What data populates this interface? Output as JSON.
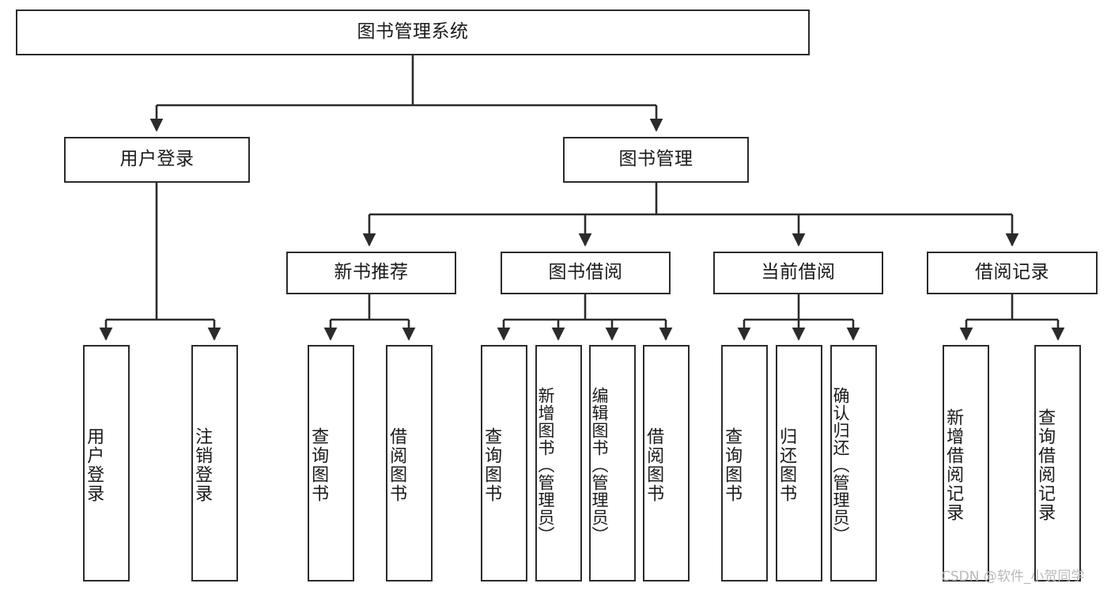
{
  "diagram": {
    "title": "图书管理系统",
    "type": "tree-hierarchy",
    "orientation": "top-down",
    "colors": {
      "box_stroke": "#2b2b2b",
      "box_fill": "#ffffff",
      "edge": "#2b2b2b",
      "text": "#1a1a1a",
      "watermark": "#b9b9b9"
    }
  },
  "nodes": {
    "root": {
      "label": "图书管理系统"
    },
    "level2": [
      {
        "label": "用户登录"
      },
      {
        "label": "图书管理"
      }
    ],
    "level3": [
      {
        "label": "新书推荐"
      },
      {
        "label": "图书借阅"
      },
      {
        "label": "当前借阅"
      },
      {
        "label": "借阅记录"
      }
    ],
    "leaves": {
      "user_login": [
        {
          "label": "用户登录"
        },
        {
          "label": "注销登录"
        }
      ],
      "new_book_recommend": [
        {
          "label": "查询图书"
        },
        {
          "label": "借阅图书"
        }
      ],
      "book_borrow": [
        {
          "label": "查询图书"
        },
        {
          "label": "新增图书（管理员）"
        },
        {
          "label": "编辑图书（管理员）"
        },
        {
          "label": "借阅图书"
        }
      ],
      "current_borrow": [
        {
          "label": "查询图书"
        },
        {
          "label": "归还图书"
        },
        {
          "label": "确认归还（管理员）"
        }
      ],
      "borrow_record": [
        {
          "label": "新增借阅记录"
        },
        {
          "label": "查询借阅记录"
        }
      ]
    }
  },
  "watermark": {
    "text": "CSDN @软件_小贺同学"
  }
}
